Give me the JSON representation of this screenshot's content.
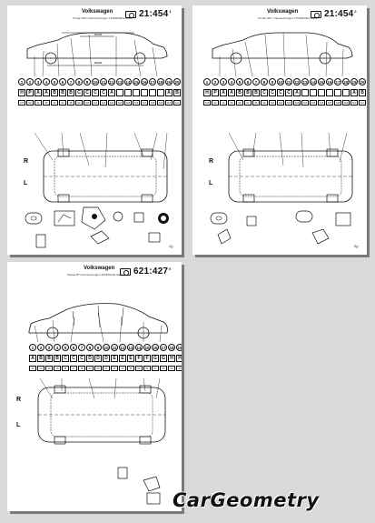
{
  "watermark": "CarGeometry",
  "sheets": [
    {
      "id": "sheet-1",
      "brand": "Volkswagen",
      "subtitle": "Touran 5/07 Untersuchungen 1T3PRKHD4 03/09...",
      "doc_number": "21:454",
      "doc_version": "1",
      "circle_labels": [
        "1",
        "2",
        "3",
        "4",
        "5",
        "6",
        "7",
        "8",
        "9",
        "10",
        "11",
        "12",
        "13",
        "14",
        "15",
        "16",
        "17",
        "18",
        "19",
        "20",
        "21",
        "22",
        "23",
        "24",
        "25",
        "26",
        "27",
        "28"
      ],
      "box_labels": [
        "H",
        "P",
        "A",
        "A",
        "B",
        "B",
        "B",
        "C",
        "C",
        "C",
        "C",
        "A",
        "",
        "",
        "",
        "",
        "",
        "",
        "A",
        "B",
        "B",
        "B",
        "B",
        "C",
        "C",
        "C",
        "C",
        "C"
      ],
      "cell_labels": [
        "175",
        "93",
        "94",
        "95",
        "96",
        "97",
        "98",
        "99",
        "100",
        "101",
        "102",
        "103",
        "104",
        "105",
        "106",
        "107",
        "108",
        "109",
        "110",
        "111",
        "112",
        "113",
        "114",
        "115",
        "116",
        "117",
        "118",
        "119"
      ],
      "side_labels": [
        "R",
        "L"
      ],
      "page_number": "2g"
    },
    {
      "id": "sheet-2",
      "brand": "Volkswagen",
      "subtitle": "Touran 5/07 Untersuchungen 1T3PRKHD4 03/09...",
      "doc_number": "21:454",
      "doc_version": "2",
      "circle_labels": [
        "1",
        "2",
        "3",
        "4",
        "5",
        "6",
        "7",
        "8",
        "9",
        "10",
        "11",
        "12",
        "13",
        "14",
        "15",
        "16",
        "17",
        "18",
        "19",
        "20",
        "21",
        "22",
        "23",
        "24",
        "25",
        "26",
        "27",
        "28"
      ],
      "box_labels": [
        "H",
        "P",
        "A",
        "A",
        "B",
        "B",
        "B",
        "C",
        "C",
        "C",
        "C",
        "A",
        "",
        "",
        "",
        "",
        "",
        "",
        "A",
        "B",
        "B",
        "B",
        "B",
        "C",
        "C",
        "C",
        "C",
        "C"
      ],
      "cell_labels": [
        "175",
        "93",
        "94",
        "95",
        "96",
        "97",
        "98",
        "99",
        "100",
        "101",
        "102",
        "103",
        "104",
        "105",
        "106",
        "107",
        "108",
        "109",
        "110",
        "111",
        "112",
        "113",
        "114",
        "115",
        "116",
        "117",
        "118",
        "119"
      ],
      "side_labels": [
        "R",
        "L"
      ],
      "page_number": "8g"
    },
    {
      "id": "sheet-3",
      "brand": "Volkswagen",
      "subtitle": "Passat B7 Untersuchungen 3C5PRCHE 03/11...",
      "doc_number": "621:427",
      "doc_version": "0",
      "circle_labels": [
        "1",
        "2",
        "3",
        "4",
        "5",
        "6",
        "7",
        "8",
        "9",
        "10",
        "11",
        "12",
        "13",
        "14",
        "15",
        "16",
        "17",
        "18",
        "19"
      ],
      "box_labels": [
        "A",
        "B",
        "B",
        "B",
        "C",
        "C",
        "C",
        "D",
        "D",
        "D",
        "E",
        "E",
        "E",
        "F",
        "F",
        "G",
        "G",
        "H",
        "H"
      ],
      "cell_labels": [
        "42",
        "43",
        "44",
        "45",
        "46",
        "47",
        "48",
        "49",
        "50",
        "51",
        "52",
        "53",
        "54",
        "55",
        "56",
        "57",
        "58",
        "59",
        "60"
      ],
      "side_labels": [
        "R",
        "L"
      ],
      "page_number": ""
    }
  ]
}
